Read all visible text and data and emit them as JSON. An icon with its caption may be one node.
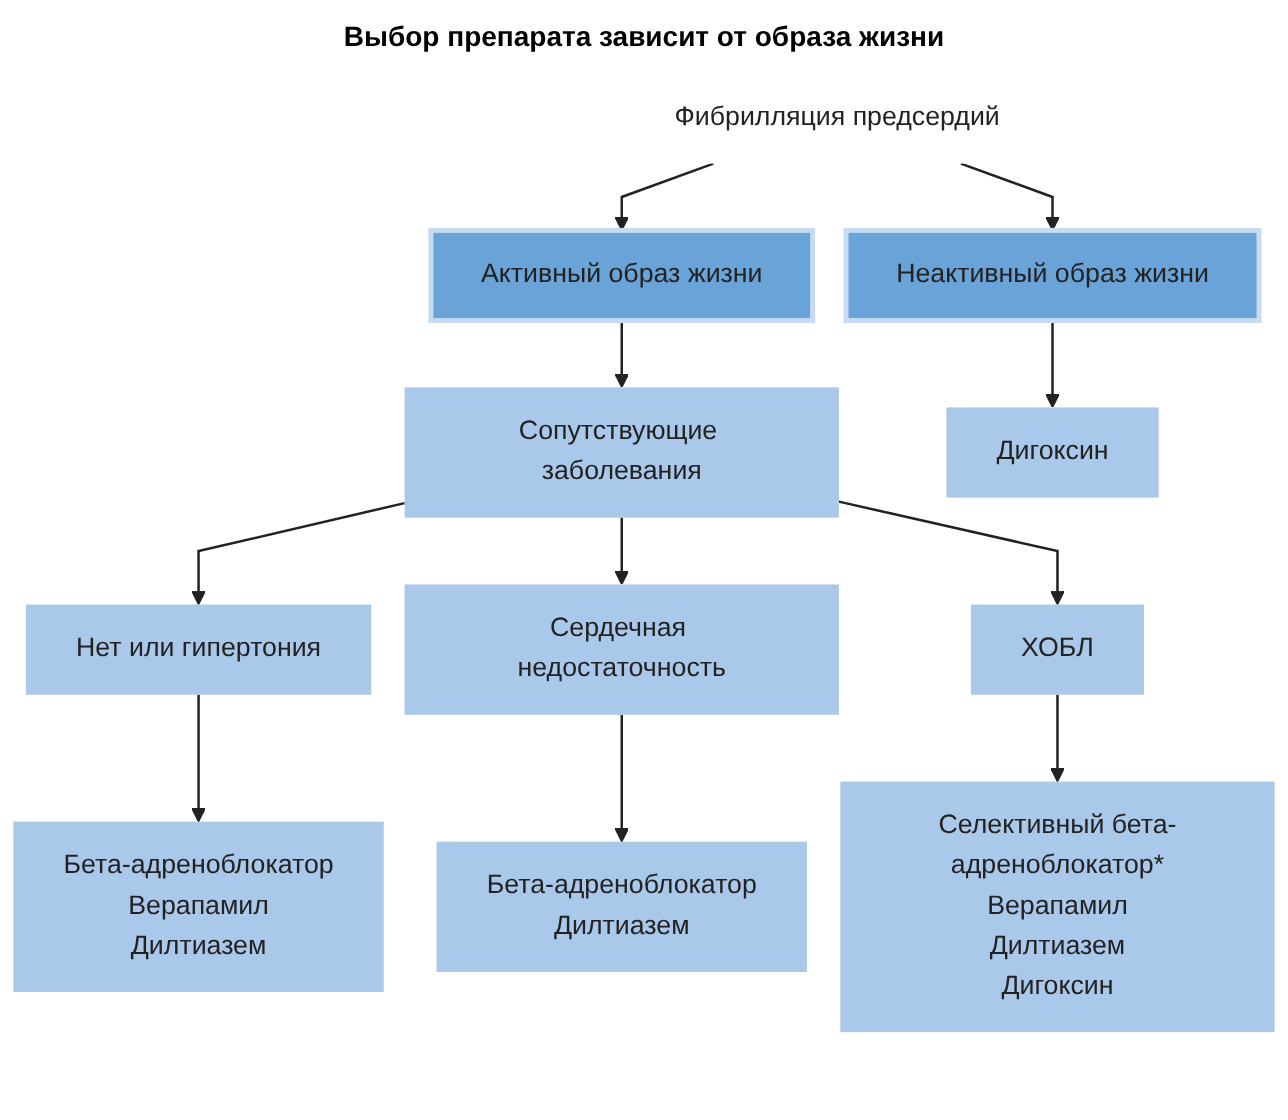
{
  "diagram": {
    "title": "Выбор препарата зависит от образа жизни",
    "nodes": [
      {
        "text": [
          "Фибрилляция предсердий"
        ]
      },
      {
        "text": [
          "Неактивный образ жизни"
        ]
      },
      {
        "text": [
          "Активный образ жизни"
        ]
      },
      {
        "text": [
          "Сопутствующие заболевания"
        ]
      },
      {
        "text": [
          "Нет или гипертония"
        ]
      },
      {
        "text": [
          "Сердечная недостаточность"
        ]
      },
      {
        "text": [
          "ХОБЛ"
        ]
      },
      {
        "text": [
          "Дигоксин"
        ]
      },
      {
        "text": [
          "Бета-адреноблокатор",
          "Верапамил",
          "Дилтиазем"
        ]
      },
      {
        "text": [
          "Бета-адреноблокатор",
          "Дилтиазем"
        ]
      },
      {
        "text": [
          "Селективный бета-адреноблокатор*",
          "Верапамил",
          "Дилтиазем",
          "Дигоксин"
        ]
      }
    ],
    "edges": [
      {
        "from": 0,
        "to": 1,
        "arrow": "to"
      },
      {
        "from": 0,
        "to": 2,
        "arrow": "to"
      },
      {
        "from": 1,
        "to": 7,
        "arrow": "to"
      },
      {
        "from": 2,
        "to": 3,
        "arrow": "to"
      },
      {
        "from": 3,
        "to": 4,
        "arrow": "to"
      },
      {
        "from": 3,
        "to": 5,
        "arrow": "to"
      },
      {
        "from": 3,
        "to": 6,
        "arrow": "to"
      },
      {
        "from": 4,
        "to": 8,
        "arrow": "to"
      },
      {
        "from": 5,
        "to": 9,
        "arrow": "to"
      },
      {
        "from": 6,
        "to": 10,
        "arrow": "to"
      }
    ]
  }
}
